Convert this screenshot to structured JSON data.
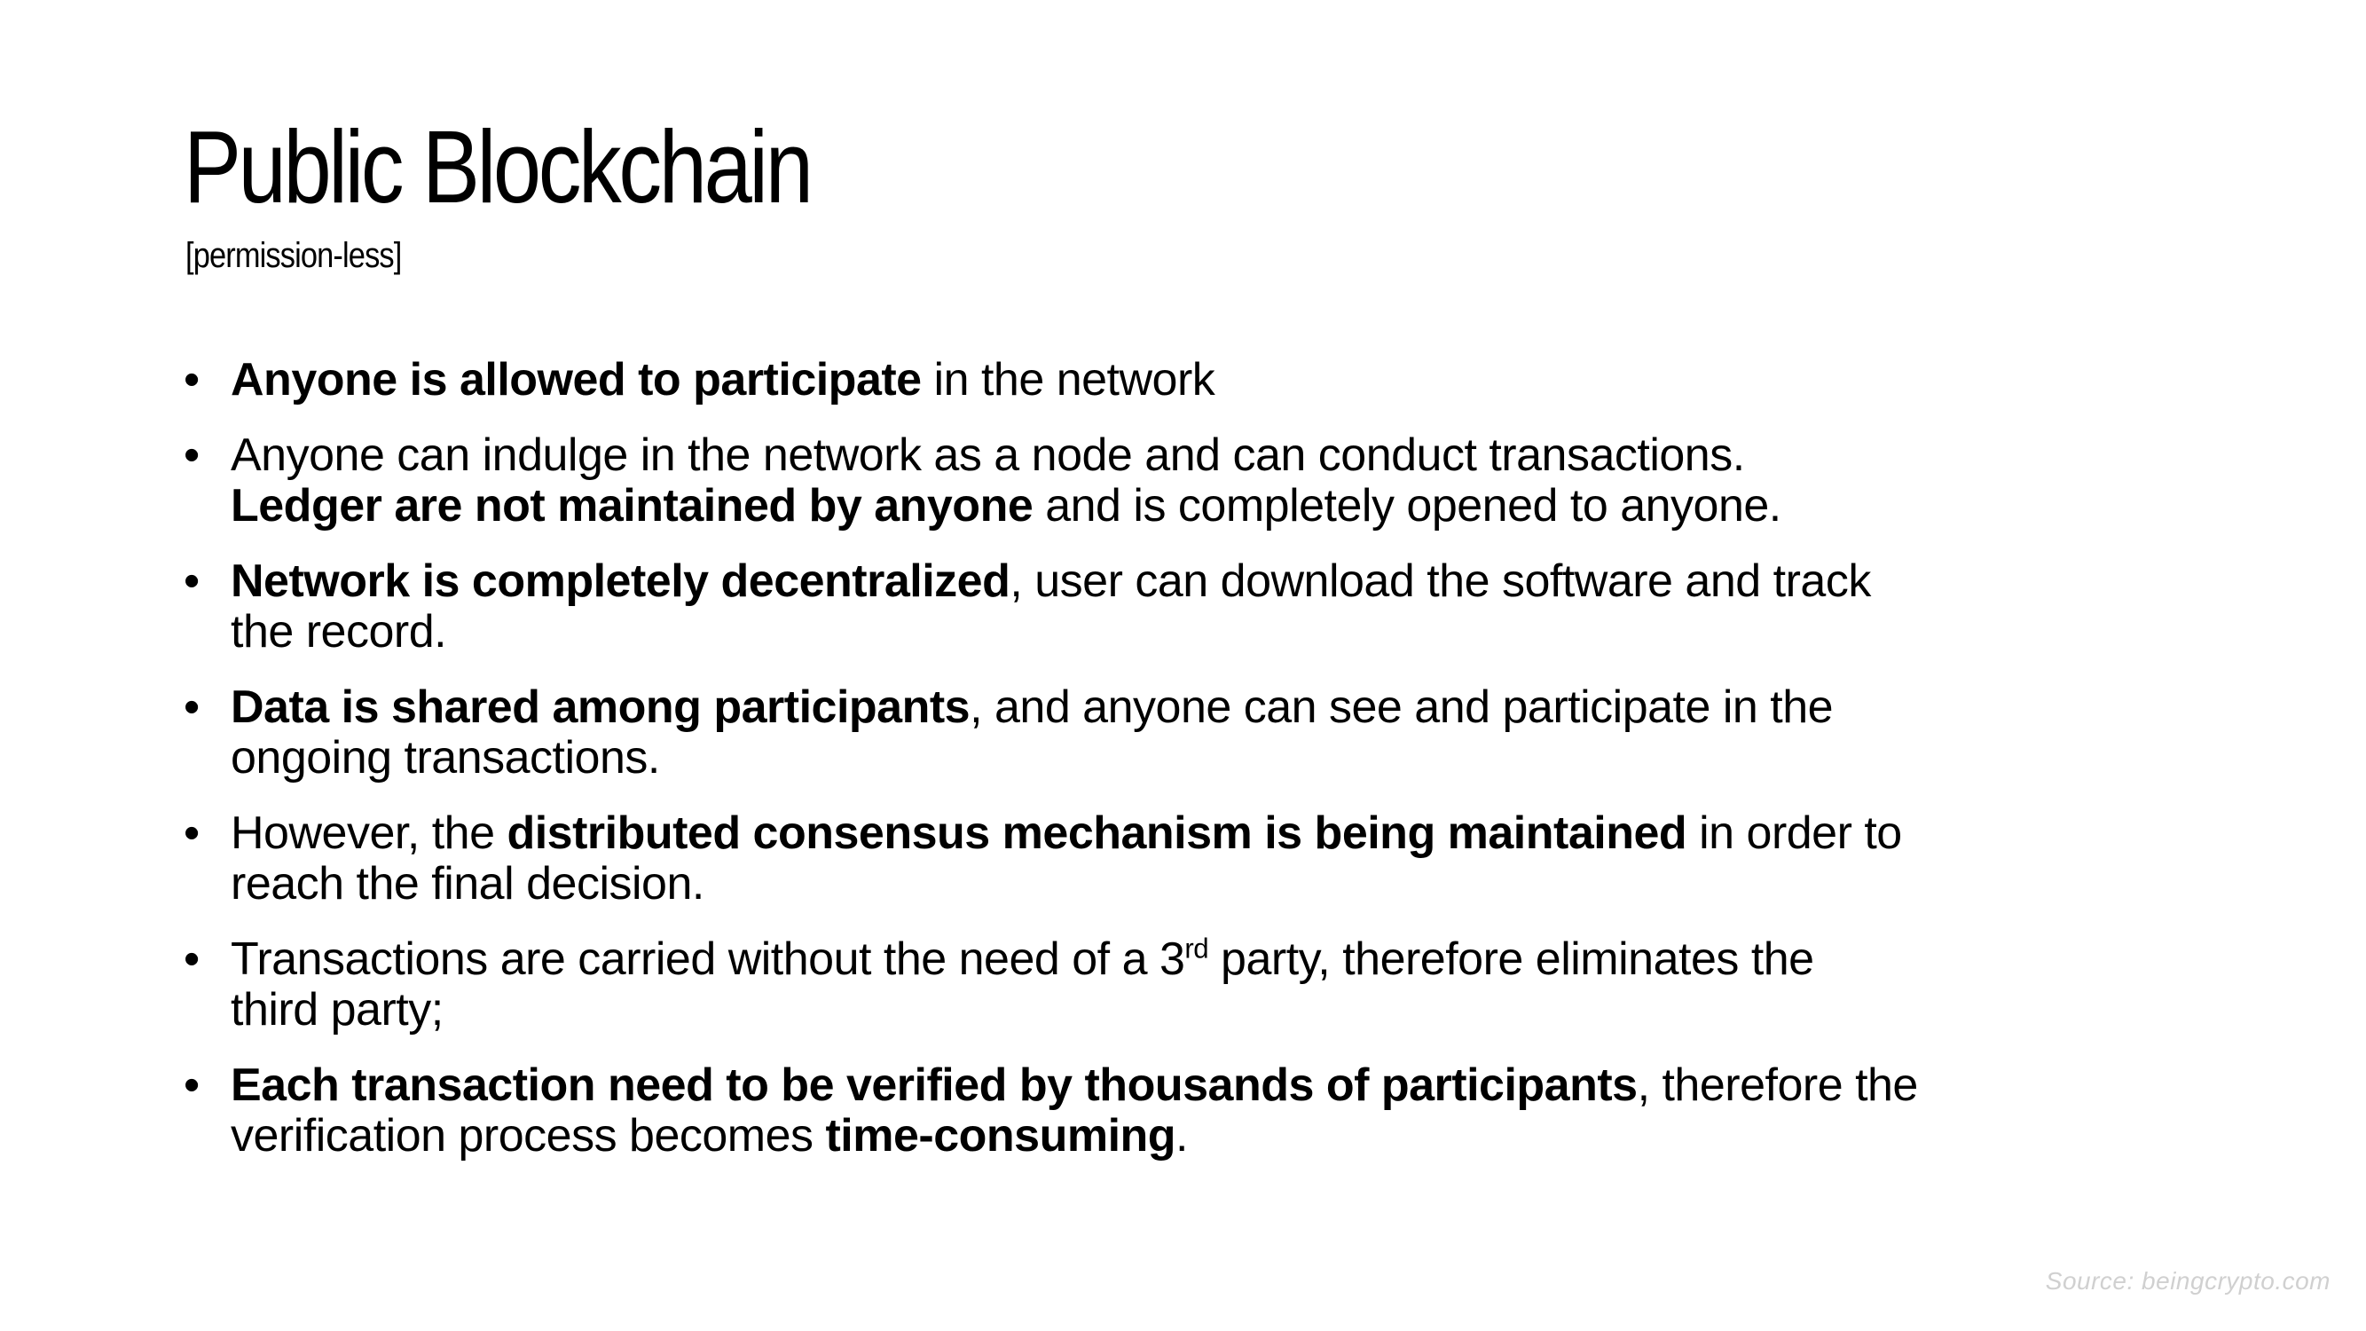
{
  "slide": {
    "title": "Public Blockchain",
    "subtitle": "[permission-less]",
    "bullet_glyph": "•",
    "bullets": [
      {
        "segments": [
          {
            "t": "Anyone is allowed to participate",
            "b": true
          },
          {
            "t": " in the network"
          }
        ]
      },
      {
        "segments": [
          {
            "t": "Anyone can indulge in the network as a node and can conduct transactions.",
            "br": true
          },
          {
            "t": "Ledger are not maintained by anyone",
            "b": true
          },
          {
            "t": " and is completely opened to anyone."
          }
        ]
      },
      {
        "segments": [
          {
            "t": "Network is completely decentralized",
            "b": true
          },
          {
            "t": ", user can download the software and track",
            "br": true
          },
          {
            "t": "the record."
          }
        ]
      },
      {
        "segments": [
          {
            "t": "Data is shared among participants",
            "b": true
          },
          {
            "t": ", and anyone can see and participate in the",
            "br": true
          },
          {
            "t": "ongoing transactions."
          }
        ]
      },
      {
        "segments": [
          {
            "t": "However, the "
          },
          {
            "t": "distributed consensus mechanism is being maintained",
            "b": true
          },
          {
            "t": " in order to",
            "br": true
          },
          {
            "t": "reach the final decision."
          }
        ]
      },
      {
        "segments": [
          {
            "t": "Transactions are carried without the need of a 3"
          },
          {
            "t": "rd",
            "sup": true
          },
          {
            "t": " party, therefore eliminates the",
            "br": true
          },
          {
            "t": "third party;"
          }
        ]
      },
      {
        "segments": [
          {
            "t": "Each transaction need to be verified by thousands of participants",
            "b": true
          },
          {
            "t": ", therefore the",
            "br": true
          },
          {
            "t": "verification process becomes "
          },
          {
            "t": "time-consuming",
            "b": true
          },
          {
            "t": "."
          }
        ]
      }
    ],
    "footer_source": "Source: beingcrypto.com",
    "colors": {
      "background": "#ffffff",
      "text": "#000000",
      "footer_text": "#d0d0d0"
    }
  }
}
